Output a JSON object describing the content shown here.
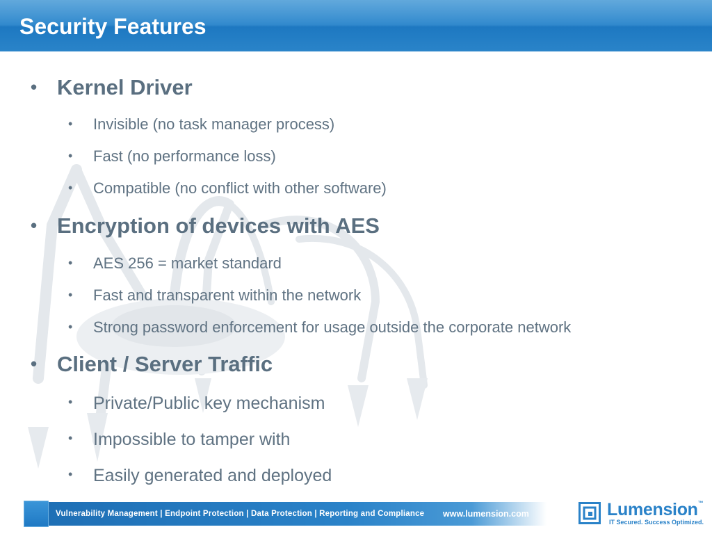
{
  "slide": {
    "title": "Security Features",
    "sections": [
      {
        "heading": "Kernel Driver",
        "items": [
          "Invisible (no task manager process)",
          "Fast (no performance loss)",
          "Compatible (no conflict with other software)"
        ]
      },
      {
        "heading": "Encryption of devices with AES",
        "items": [
          "AES 256 = market standard",
          "Fast and transparent within the network",
          "Strong password enforcement for usage outside the corporate network"
        ]
      },
      {
        "heading": "Client / Server Traffic",
        "items": [
          "Private/Public key mechanism",
          "Impossible to tamper with",
          "Easily generated and deployed"
        ]
      }
    ]
  },
  "footer": {
    "tagline": "Vulnerability Management | Endpoint Protection | Data Protection | Reporting and Compliance",
    "url": "www.lumension.com",
    "logo_name": "Lumension",
    "logo_tm": "™",
    "logo_slogan": "IT Secured. Success Optimized."
  },
  "bullet_char": "•",
  "colors": {
    "title_bar": "#2a84c9",
    "text": "#5a6f80",
    "brand": "#2a82c8"
  },
  "icons": {
    "logo": "lumension-logo-icon",
    "background": "spider-robot-illustration"
  }
}
